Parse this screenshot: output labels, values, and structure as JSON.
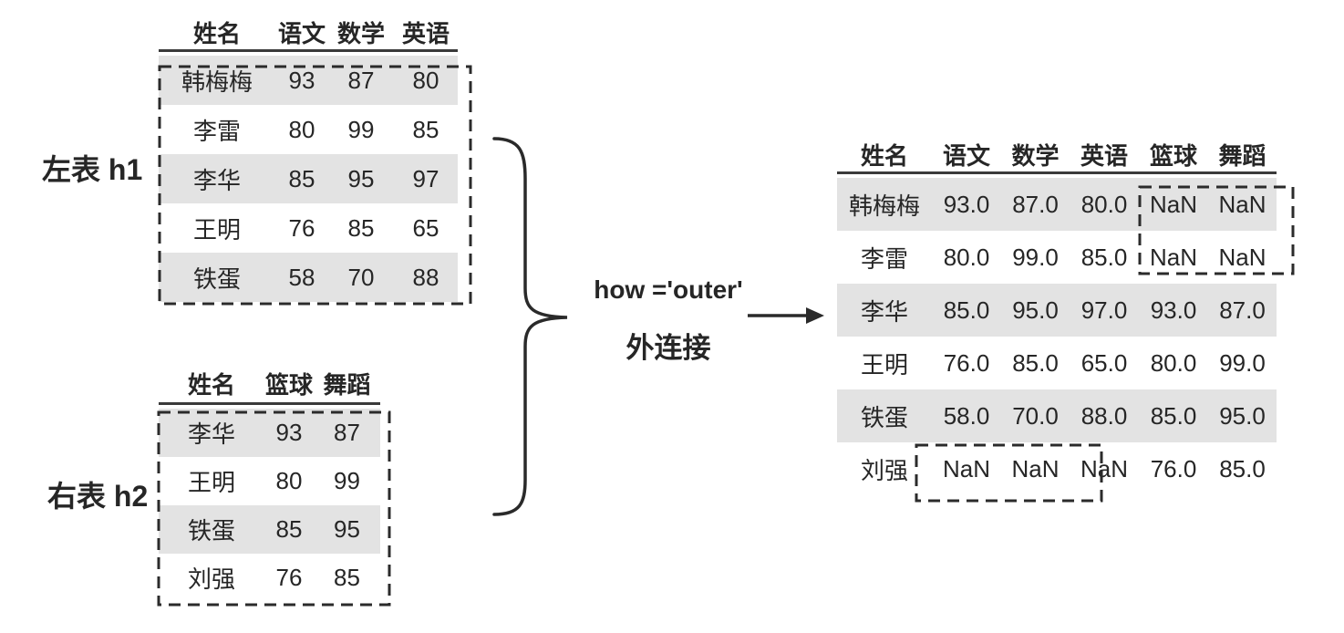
{
  "labels": {
    "left_table": "左表 h1",
    "right_table": "右表 h2",
    "operation": "how ='outer'",
    "operation_cn": "外连接"
  },
  "left_table": {
    "headers": [
      "姓名",
      "语文",
      "数学",
      "英语"
    ],
    "rows": [
      [
        "韩梅梅",
        "93",
        "87",
        "80"
      ],
      [
        "李雷",
        "80",
        "99",
        "85"
      ],
      [
        "李华",
        "85",
        "95",
        "97"
      ],
      [
        "王明",
        "76",
        "85",
        "65"
      ],
      [
        "铁蛋",
        "58",
        "70",
        "88"
      ]
    ]
  },
  "right_table": {
    "headers": [
      "姓名",
      "篮球",
      "舞蹈"
    ],
    "rows": [
      [
        "李华",
        "93",
        "87"
      ],
      [
        "王明",
        "80",
        "99"
      ],
      [
        "铁蛋",
        "85",
        "95"
      ],
      [
        "刘强",
        "76",
        "85"
      ]
    ]
  },
  "result_table": {
    "headers": [
      "姓名",
      "语文",
      "数学",
      "英语",
      "篮球",
      "舞蹈"
    ],
    "rows": [
      [
        "韩梅梅",
        "93.0",
        "87.0",
        "80.0",
        "NaN",
        "NaN"
      ],
      [
        "李雷",
        "80.0",
        "99.0",
        "85.0",
        "NaN",
        "NaN"
      ],
      [
        "李华",
        "85.0",
        "95.0",
        "97.0",
        "93.0",
        "87.0"
      ],
      [
        "王明",
        "76.0",
        "85.0",
        "65.0",
        "80.0",
        "99.0"
      ],
      [
        "铁蛋",
        "58.0",
        "70.0",
        "88.0",
        "85.0",
        "95.0"
      ],
      [
        "刘强",
        "NaN",
        "NaN",
        "NaN",
        "76.0",
        "85.0"
      ]
    ]
  },
  "colors": {
    "ink": "#262626",
    "row_shade": "#e3e3e3",
    "rule": "#3a3a3a",
    "dash": "#2b2b2b",
    "background": "#ffffff"
  }
}
